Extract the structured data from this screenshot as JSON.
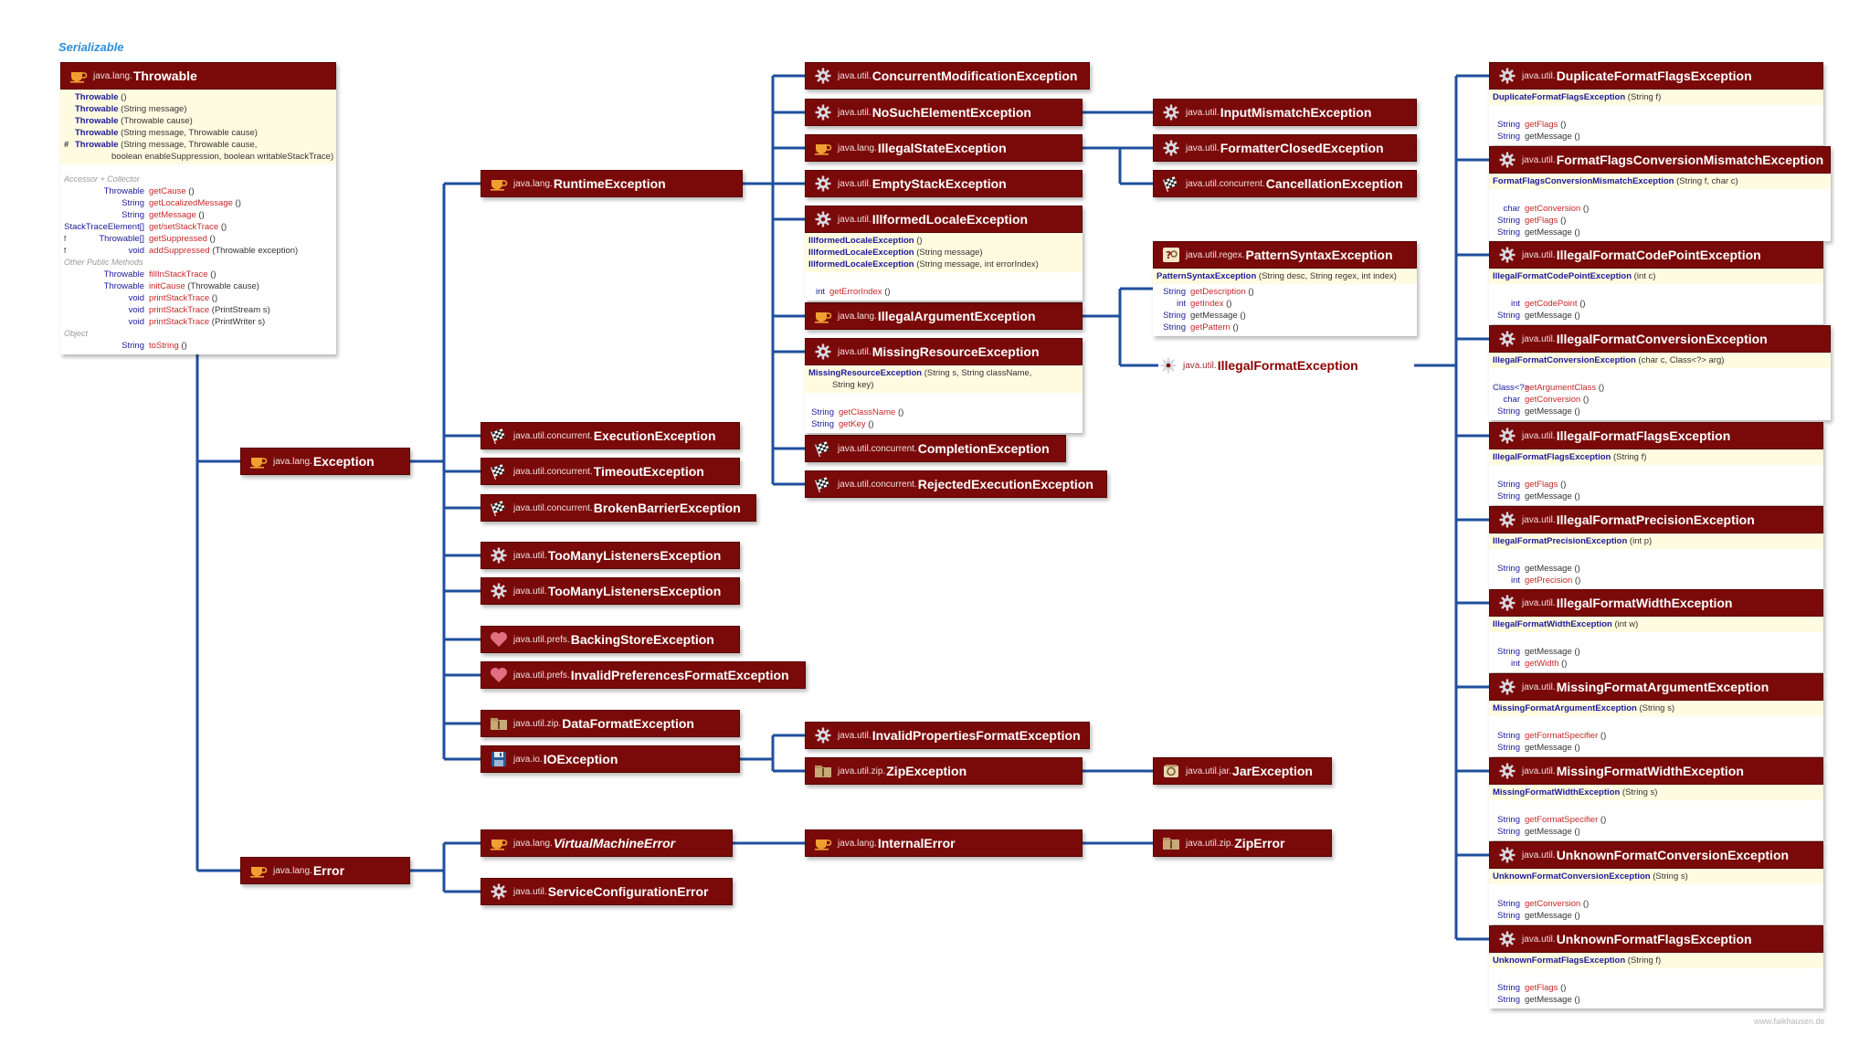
{
  "legend_label": "Serializable",
  "credit": "www.falkhausen.de",
  "colors": {
    "header_bg": "#7a0a0a",
    "wire": "#1f4f9e",
    "ctor_bg": "#fffbe0",
    "type": "#1b1b9a",
    "method": "#c62828",
    "interface_text": "#2f8fd8"
  },
  "throwable": {
    "pkg": "java.lang.",
    "name": "Throwable",
    "icon": "coffee-cup-icon",
    "ctors": [
      {
        "mark": "",
        "name": "Throwable",
        "args": " ()"
      },
      {
        "mark": "",
        "name": "Throwable",
        "args": " (String message)"
      },
      {
        "mark": "",
        "name": "Throwable",
        "args": " (Throwable cause)"
      },
      {
        "mark": "",
        "name": "Throwable",
        "args": " (String message, Throwable cause)"
      },
      {
        "mark": "#",
        "name": "Throwable",
        "args": " (String message, Throwable cause,"
      },
      {
        "mark": "",
        "name": "",
        "args": "boolean enableSuppression, boolean writableStackTrace)"
      }
    ],
    "section_accessor": "Accessor + Collector",
    "accessors": [
      {
        "mark": "",
        "type": "Throwable",
        "method": "getCause",
        "args": " ()"
      },
      {
        "mark": "",
        "type": "String",
        "method": "getLocalizedMessage",
        "args": " ()"
      },
      {
        "mark": "",
        "type": "String",
        "method": "getMessage",
        "args": " ()"
      },
      {
        "mark": "",
        "type": "StackTraceElement[]",
        "method": "get/setStackTrace",
        "args": " ()"
      },
      {
        "mark": "f",
        "type": "Throwable[]",
        "method": "getSuppressed",
        "args": " ()"
      },
      {
        "mark": "f",
        "type": "void",
        "method": "addSuppressed",
        "args": " (Throwable exception)"
      }
    ],
    "section_other": "Other Public Methods",
    "others": [
      {
        "type": "Throwable",
        "method": "fillInStackTrace",
        "args": " ()"
      },
      {
        "type": "Throwable",
        "method": "initCause",
        "args": " (Throwable cause)"
      },
      {
        "type": "void",
        "method": "printStackTrace",
        "args": " ()"
      },
      {
        "type": "void",
        "method": "printStackTrace",
        "args": " (PrintStream s)"
      },
      {
        "type": "void",
        "method": "printStackTrace",
        "args": " (PrintWriter s)"
      }
    ],
    "section_object": "Object",
    "objects": [
      {
        "type": "String",
        "method": "toString",
        "args": " ()"
      }
    ]
  },
  "classes": [
    {
      "id": "exception",
      "pkg": "java.lang.",
      "name": "Exception",
      "icon": "coffee-cup-icon"
    },
    {
      "id": "error",
      "pkg": "java.lang.",
      "name": "Error",
      "icon": "coffee-cup-icon"
    },
    {
      "id": "runtime",
      "pkg": "java.lang.",
      "name": "RuntimeException",
      "icon": "coffee-cup-icon"
    },
    {
      "id": "execution",
      "pkg": "java.util.concurrent.",
      "name": "ExecutionException",
      "icon": "checkered-flag-icon"
    },
    {
      "id": "timeout",
      "pkg": "java.util.concurrent.",
      "name": "TimeoutException",
      "icon": "checkered-flag-icon"
    },
    {
      "id": "brokenbarrier",
      "pkg": "java.util.concurrent.",
      "name": "BrokenBarrierException",
      "icon": "checkered-flag-icon"
    },
    {
      "id": "toomany1",
      "pkg": "java.util.",
      "name": "TooManyListenersException",
      "icon": "gear-icon"
    },
    {
      "id": "toomany2",
      "pkg": "java.util.",
      "name": "TooManyListenersException",
      "icon": "gear-icon"
    },
    {
      "id": "backingstore",
      "pkg": "java.util.prefs.",
      "name": "BackingStoreException",
      "icon": "heart-icon"
    },
    {
      "id": "invalidprefs",
      "pkg": "java.util.prefs.",
      "name": "InvalidPreferencesFormatException",
      "icon": "heart-icon"
    },
    {
      "id": "dataformat",
      "pkg": "java.util.zip.",
      "name": "DataFormatException",
      "icon": "zip-archive-icon"
    },
    {
      "id": "ioexception",
      "pkg": "java.io.",
      "name": "IOException",
      "icon": "floppy-disk-icon"
    },
    {
      "id": "vmerror",
      "pkg": "java.lang.",
      "name": "VirtualMachineError",
      "icon": "coffee-cup-icon",
      "italic": true
    },
    {
      "id": "serviceconfig",
      "pkg": "java.util.",
      "name": "ServiceConfigurationError",
      "icon": "gear-icon"
    },
    {
      "id": "concmod",
      "pkg": "java.util.",
      "name": "ConcurrentModificationException",
      "icon": "gear-icon"
    },
    {
      "id": "nosuchelement",
      "pkg": "java.util.",
      "name": "NoSuchElementException",
      "icon": "gear-icon"
    },
    {
      "id": "illegalstate",
      "pkg": "java.lang.",
      "name": "IllegalStateException",
      "icon": "coffee-cup-icon"
    },
    {
      "id": "emptystack",
      "pkg": "java.util.",
      "name": "EmptyStackException",
      "icon": "gear-icon"
    },
    {
      "id": "illegalargument",
      "pkg": "java.lang.",
      "name": "IllegalArgumentException",
      "icon": "coffee-cup-icon"
    },
    {
      "id": "completion",
      "pkg": "java.util.concurrent.",
      "name": "CompletionException",
      "icon": "checkered-flag-icon"
    },
    {
      "id": "rejected",
      "pkg": "java.util.concurrent.",
      "name": "RejectedExecutionException",
      "icon": "checkered-flag-icon"
    },
    {
      "id": "invalidprops",
      "pkg": "java.util.",
      "name": "InvalidPropertiesFormatException",
      "icon": "gear-icon"
    },
    {
      "id": "zipexception",
      "pkg": "java.util.zip.",
      "name": "ZipException",
      "icon": "zip-archive-icon"
    },
    {
      "id": "internalerror",
      "pkg": "java.lang.",
      "name": "InternalError",
      "icon": "coffee-cup-icon"
    },
    {
      "id": "inputmismatch",
      "pkg": "java.util.",
      "name": "InputMismatchException",
      "icon": "gear-icon"
    },
    {
      "id": "formatterclosed",
      "pkg": "java.util.",
      "name": "FormatterClosedException",
      "icon": "gear-icon"
    },
    {
      "id": "cancellation",
      "pkg": "java.util.concurrent.",
      "name": "CancellationException",
      "icon": "checkered-flag-icon"
    },
    {
      "id": "jarexception",
      "pkg": "java.util.jar.",
      "name": "JarException",
      "icon": "jar-icon"
    },
    {
      "id": "ziperror",
      "pkg": "java.util.zip.",
      "name": "ZipError",
      "icon": "zip-archive-icon"
    }
  ],
  "illformed": {
    "pkg": "java.util.",
    "name": "IllformedLocaleException",
    "icon": "gear-icon",
    "ctors": [
      {
        "name": "IllformedLocaleException",
        "args": " ()"
      },
      {
        "name": "IllformedLocaleException",
        "args": " (String message)"
      },
      {
        "name": "IllformedLocaleException",
        "args": " (String message, int errorIndex)"
      }
    ],
    "methods": [
      {
        "type": "int",
        "method": "getErrorIndex",
        "args": " ()"
      }
    ]
  },
  "missingresource": {
    "pkg": "java.util.",
    "name": "MissingResourceException",
    "icon": "gear-icon",
    "ctors": [
      {
        "name": "MissingResourceException",
        "args": " (String s, String className,"
      },
      {
        "name": "",
        "args": "String key)"
      }
    ],
    "methods": [
      {
        "type": "String",
        "method": "getClassName",
        "args": " ()"
      },
      {
        "type": "String",
        "method": "getKey",
        "args": " ()"
      }
    ]
  },
  "patternsyntax": {
    "pkg": "java.util.regex.",
    "name": "PatternSyntaxException",
    "icon": "regex-icon",
    "ctors": [
      {
        "name": "PatternSyntaxException",
        "args": " (String desc, String regex, int index)"
      }
    ],
    "methods": [
      {
        "type": "String",
        "method": "getDescription",
        "args": " ()"
      },
      {
        "type": "int",
        "method": "getIndex",
        "args": " ()"
      },
      {
        "type": "String",
        "method": "getMessage",
        "args": " ()",
        "plain": true
      },
      {
        "type": "String",
        "method": "getPattern",
        "args": " ()"
      }
    ]
  },
  "illegalformat": {
    "pkg": "java.util.",
    "name": "IllegalFormatException",
    "icon": "gear-icon"
  },
  "format_exceptions": [
    {
      "pkg": "java.util.",
      "name": "DuplicateFormatFlagsException",
      "ctor": "DuplicateFormatFlagsException",
      "ctor_args": " (String f)",
      "methods": [
        {
          "type": "String",
          "method": "getFlags",
          "args": " ()"
        },
        {
          "type": "String",
          "method": "getMessage",
          "args": " ()",
          "plain": true
        }
      ]
    },
    {
      "pkg": "java.util.",
      "name": "FormatFlagsConversionMismatchException",
      "ctor": "FormatFlagsConversionMismatchException",
      "ctor_args": " (String f, char c)",
      "methods": [
        {
          "type": "char",
          "method": "getConversion",
          "args": " ()"
        },
        {
          "type": "String",
          "method": "getFlags",
          "args": " ()"
        },
        {
          "type": "String",
          "method": "getMessage",
          "args": " ()",
          "plain": true
        }
      ]
    },
    {
      "pkg": "java.util.",
      "name": "IllegalFormatCodePointException",
      "ctor": "IllegalFormatCodePointException",
      "ctor_args": " (int c)",
      "methods": [
        {
          "type": "int",
          "method": "getCodePoint",
          "args": " ()"
        },
        {
          "type": "String",
          "method": "getMessage",
          "args": " ()",
          "plain": true
        }
      ]
    },
    {
      "pkg": "java.util.",
      "name": "IllegalFormatConversionException",
      "ctor": "IllegalFormatConversionException",
      "ctor_args": " (char c, Class<?> arg)",
      "methods": [
        {
          "type": "Class<?>",
          "method": "getArgumentClass",
          "args": " ()"
        },
        {
          "type": "char",
          "method": "getConversion",
          "args": " ()"
        },
        {
          "type": "String",
          "method": "getMessage",
          "args": " ()",
          "plain": true
        }
      ]
    },
    {
      "pkg": "java.util.",
      "name": "IllegalFormatFlagsException",
      "ctor": "IllegalFormatFlagsException",
      "ctor_args": " (String f)",
      "methods": [
        {
          "type": "String",
          "method": "getFlags",
          "args": " ()"
        },
        {
          "type": "String",
          "method": "getMessage",
          "args": " ()",
          "plain": true
        }
      ]
    },
    {
      "pkg": "java.util.",
      "name": "IllegalFormatPrecisionException",
      "ctor": "IllegalFormatPrecisionException",
      "ctor_args": " (int p)",
      "methods": [
        {
          "type": "String",
          "method": "getMessage",
          "args": " ()",
          "plain": true
        },
        {
          "type": "int",
          "method": "getPrecision",
          "args": " ()"
        }
      ]
    },
    {
      "pkg": "java.util.",
      "name": "IllegalFormatWidthException",
      "ctor": "IllegalFormatWidthException",
      "ctor_args": " (int w)",
      "methods": [
        {
          "type": "String",
          "method": "getMessage",
          "args": " ()",
          "plain": true
        },
        {
          "type": "int",
          "method": "getWidth",
          "args": " ()"
        }
      ]
    },
    {
      "pkg": "java.util.",
      "name": "MissingFormatArgumentException",
      "ctor": "MissingFormatArgumentException",
      "ctor_args": " (String s)",
      "methods": [
        {
          "type": "String",
          "method": "getFormatSpecifier",
          "args": " ()"
        },
        {
          "type": "String",
          "method": "getMessage",
          "args": " ()",
          "plain": true
        }
      ]
    },
    {
      "pkg": "java.util.",
      "name": "MissingFormatWidthException",
      "ctor": "MissingFormatWidthException",
      "ctor_args": " (String s)",
      "methods": [
        {
          "type": "String",
          "method": "getFormatSpecifier",
          "args": " ()"
        },
        {
          "type": "String",
          "method": "getMessage",
          "args": " ()",
          "plain": true
        }
      ]
    },
    {
      "pkg": "java.util.",
      "name": "UnknownFormatConversionException",
      "ctor": "UnknownFormatConversionException",
      "ctor_args": " (String s)",
      "methods": [
        {
          "type": "String",
          "method": "getConversion",
          "args": " ()"
        },
        {
          "type": "String",
          "method": "getMessage",
          "args": " ()",
          "plain": true
        }
      ]
    },
    {
      "pkg": "java.util.",
      "name": "UnknownFormatFlagsException",
      "ctor": "UnknownFormatFlagsException",
      "ctor_args": " (String f)",
      "methods": [
        {
          "type": "String",
          "method": "getFlags",
          "args": " ()"
        },
        {
          "type": "String",
          "method": "getMessage",
          "args": " ()",
          "plain": true
        }
      ]
    }
  ]
}
